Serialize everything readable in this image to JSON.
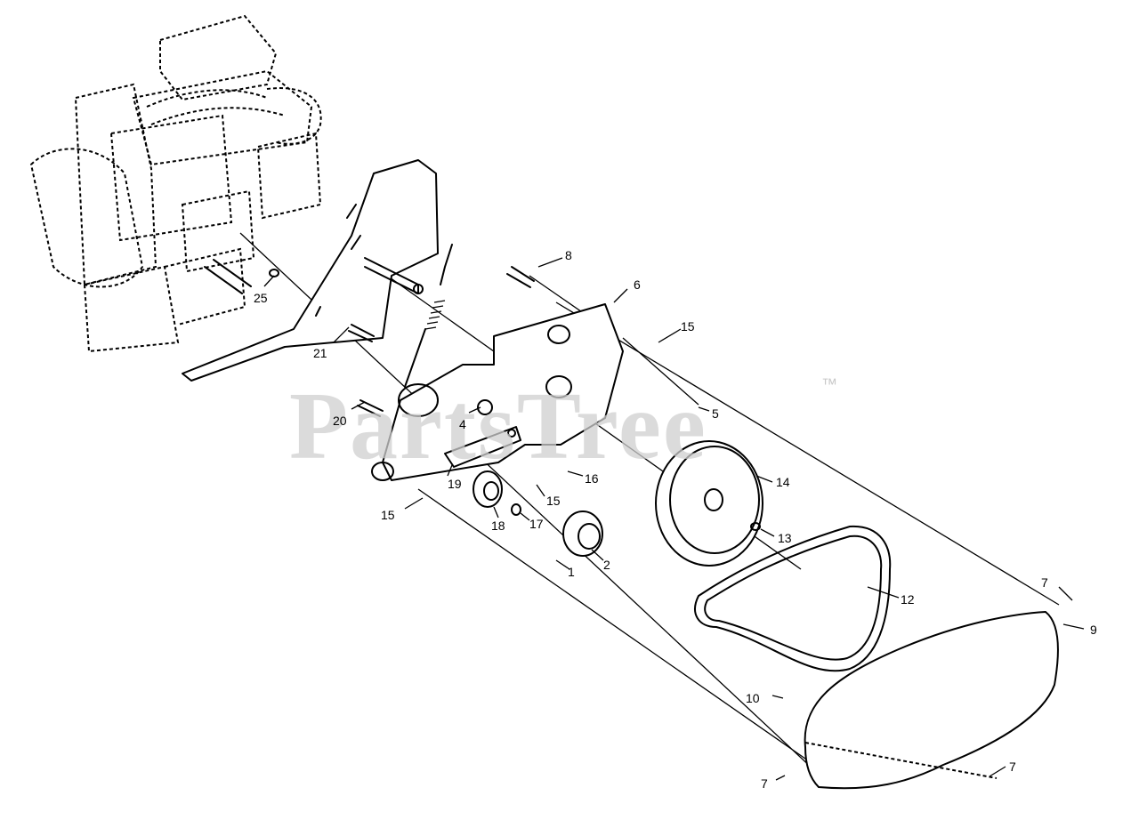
{
  "watermark": {
    "brand": "PartsTree",
    "trademark": "™"
  },
  "callouts": [
    "25",
    "21",
    "20",
    "8",
    "6",
    "15",
    "5",
    "4",
    "16",
    "19",
    "15",
    "18",
    "17",
    "15",
    "1",
    "2",
    "14",
    "13",
    "12",
    "7",
    "9",
    "10",
    "7",
    "7"
  ]
}
